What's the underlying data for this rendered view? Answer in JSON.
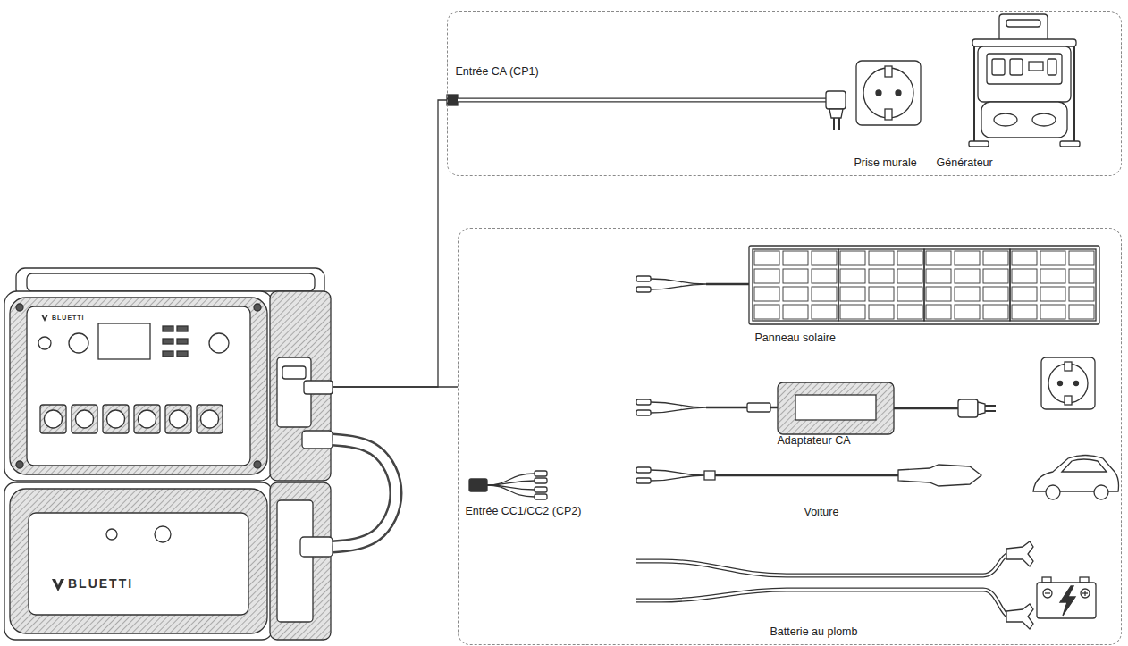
{
  "diagram": {
    "nodes": [
      {
        "text": [
          "BLUETTI"
        ]
      },
      {
        "text": [
          "BLUETTI"
        ]
      },
      {
        "text": [
          "Entrée CA (CP1)"
        ]
      },
      {
        "text": [
          "Prise murale"
        ],
        "in": 2
      },
      {
        "text": [
          "Générateur"
        ],
        "in": 2
      },
      {
        "text": [
          "Entrée CC1/CC2 (CP2)"
        ]
      },
      {
        "text": [
          "Panneau solaire"
        ],
        "in": 5
      },
      {
        "text": [
          "Adaptateur CA"
        ],
        "in": 5
      },
      {
        "text": [
          "Voiture"
        ],
        "in": 5
      },
      {
        "text": [
          "Batterie au plomb"
        ],
        "in": 5
      }
    ],
    "edges": [
      {
        "from": 0,
        "to": 2,
        "arrow": "none"
      },
      {
        "from": 0,
        "to": 5,
        "arrow": "none"
      },
      {
        "from": 0,
        "to": 1,
        "arrow": "none"
      }
    ]
  }
}
